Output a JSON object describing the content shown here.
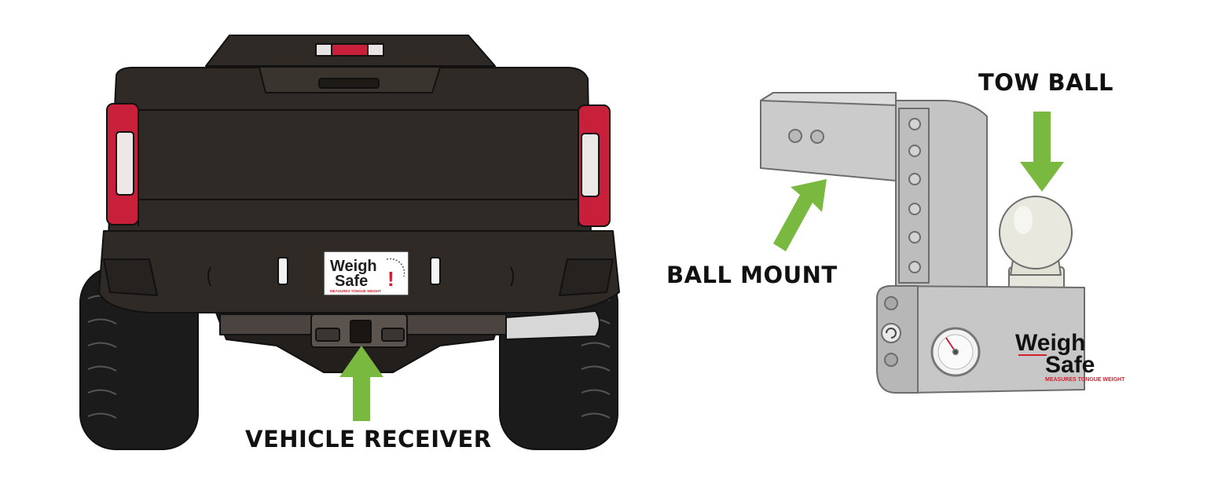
{
  "callouts": {
    "tow_ball": "TOW BALL",
    "ball_mount": "BALL MOUNT",
    "vehicle_receiver": "VEHICLE RECEIVER"
  },
  "logo": {
    "line1": "Weigh",
    "line2": "Safe",
    "mark": "!",
    "tagline": "MEASURES TONGUE WEIGHT"
  },
  "colors": {
    "arrow": "#7ab940",
    "truck_body": "#2f2a26",
    "taillight": "#c8203a",
    "hitch": "#c9c9c9",
    "brand_red": "#d1202f"
  },
  "icons": [
    "arrow-up-icon",
    "arrow-down-icon",
    "arrow-up-right-icon",
    "pressure-gauge-icon"
  ]
}
